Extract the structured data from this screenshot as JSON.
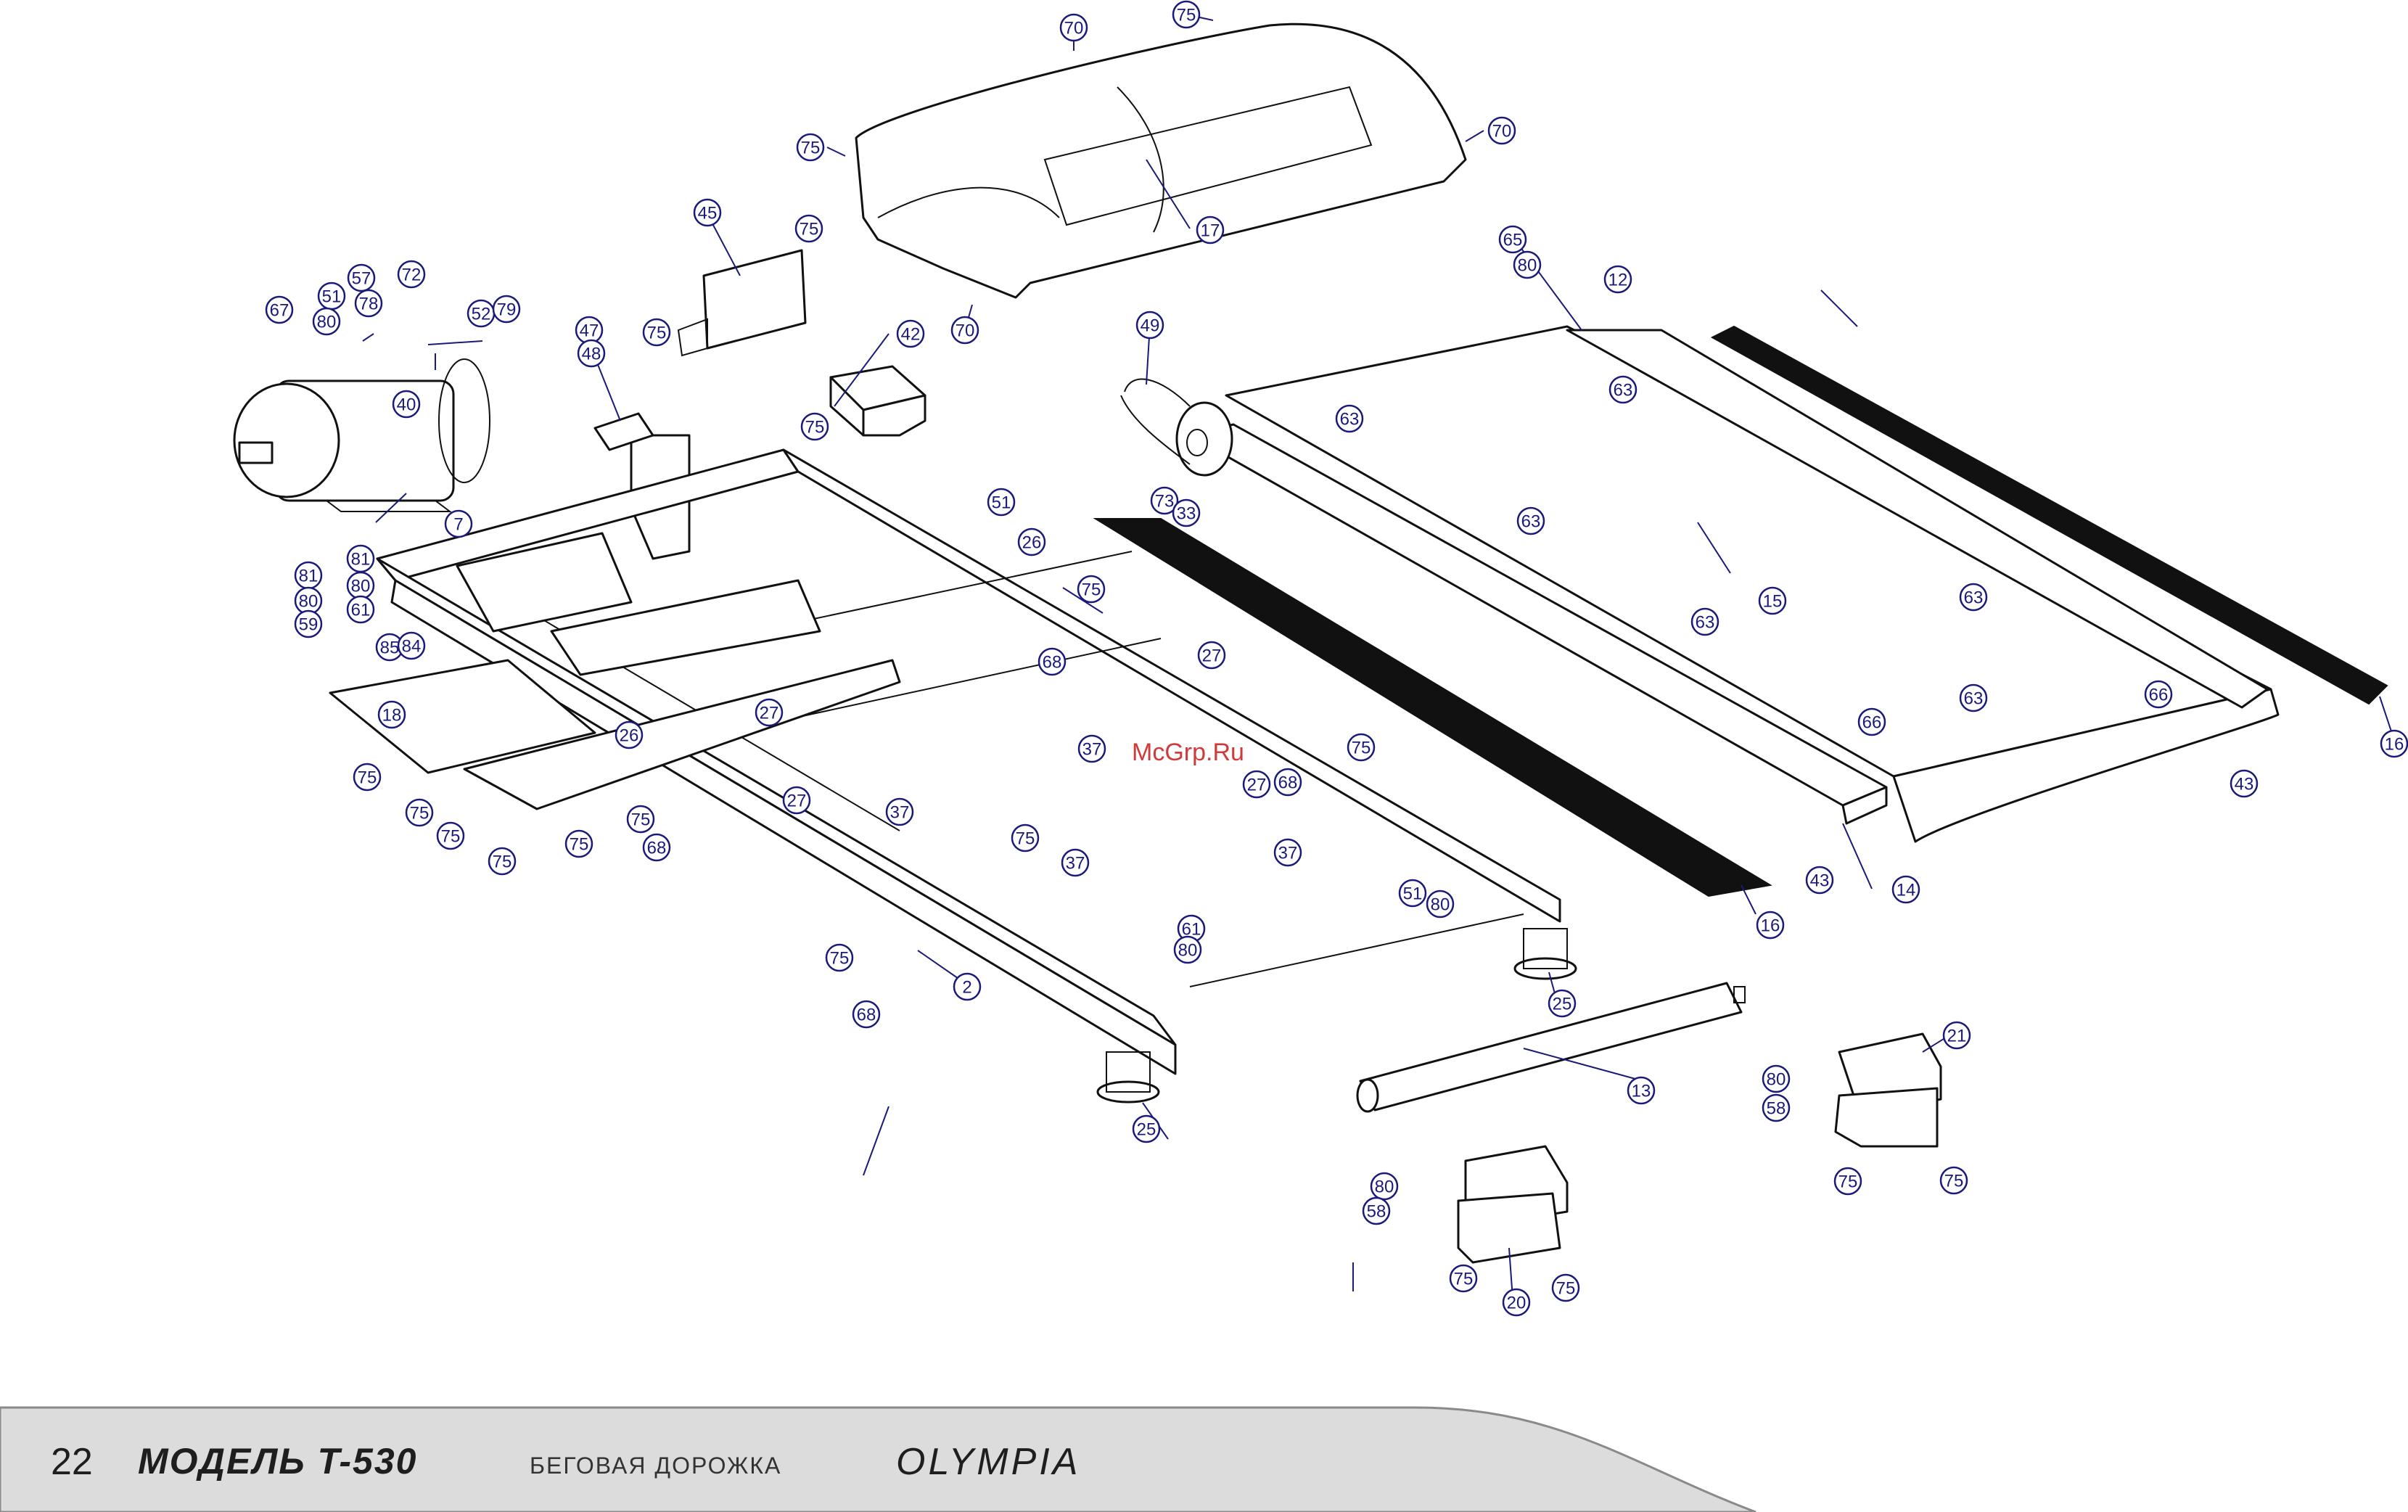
{
  "page": {
    "number": "22",
    "model": "МОДЕЛЬ T-530",
    "product": "БЕГОВАЯ ДОРОЖКА",
    "brand": "OLYMPIA"
  },
  "watermark": "McGrp.Ru",
  "colors": {
    "callout": "#1a1a7a",
    "line": "#111111",
    "footer_band": "#dcdcdc",
    "watermark": "#d23a3a"
  },
  "callouts": [
    {
      "label": "70"
    },
    {
      "label": "75"
    },
    {
      "label": "75"
    },
    {
      "label": "70"
    },
    {
      "label": "17"
    },
    {
      "label": "70"
    },
    {
      "label": "45"
    },
    {
      "label": "75"
    },
    {
      "label": "75"
    },
    {
      "label": "65"
    },
    {
      "label": "80"
    },
    {
      "label": "12"
    },
    {
      "label": "63"
    },
    {
      "label": "42"
    },
    {
      "label": "49"
    },
    {
      "label": "63"
    },
    {
      "label": "63"
    },
    {
      "label": "47"
    },
    {
      "label": "48"
    },
    {
      "label": "75"
    },
    {
      "label": "67"
    },
    {
      "label": "51"
    },
    {
      "label": "80"
    },
    {
      "label": "57"
    },
    {
      "label": "78"
    },
    {
      "label": "72"
    },
    {
      "label": "52"
    },
    {
      "label": "79"
    },
    {
      "label": "40"
    },
    {
      "label": "7"
    },
    {
      "label": "81"
    },
    {
      "label": "81"
    },
    {
      "label": "80"
    },
    {
      "label": "59"
    },
    {
      "label": "80"
    },
    {
      "label": "61"
    },
    {
      "label": "73"
    },
    {
      "label": "33"
    },
    {
      "label": "63"
    },
    {
      "label": "15"
    },
    {
      "label": "63"
    },
    {
      "label": "63"
    },
    {
      "label": "51"
    },
    {
      "label": "26"
    },
    {
      "label": "75"
    },
    {
      "label": "68"
    },
    {
      "label": "85"
    },
    {
      "label": "84"
    },
    {
      "label": "18"
    },
    {
      "label": "27"
    },
    {
      "label": "26"
    },
    {
      "label": "37"
    },
    {
      "label": "27"
    },
    {
      "label": "66"
    },
    {
      "label": "66"
    },
    {
      "label": "16"
    },
    {
      "label": "43"
    },
    {
      "label": "75"
    },
    {
      "label": "75"
    },
    {
      "label": "75"
    },
    {
      "label": "75"
    },
    {
      "label": "75"
    },
    {
      "label": "75"
    },
    {
      "label": "75"
    },
    {
      "label": "68"
    },
    {
      "label": "37"
    },
    {
      "label": "27"
    },
    {
      "label": "75"
    },
    {
      "label": "37"
    },
    {
      "label": "68"
    },
    {
      "label": "27"
    },
    {
      "label": "37"
    },
    {
      "label": "51"
    },
    {
      "label": "80"
    },
    {
      "label": "16"
    },
    {
      "label": "43"
    },
    {
      "label": "14"
    },
    {
      "label": "75"
    },
    {
      "label": "68"
    },
    {
      "label": "2"
    },
    {
      "label": "61"
    },
    {
      "label": "80"
    },
    {
      "label": "25"
    },
    {
      "label": "21"
    },
    {
      "label": "13"
    },
    {
      "label": "80"
    },
    {
      "label": "58"
    },
    {
      "label": "25"
    },
    {
      "label": "80"
    },
    {
      "label": "58"
    },
    {
      "label": "75"
    },
    {
      "label": "75"
    },
    {
      "label": "75"
    },
    {
      "label": "20"
    },
    {
      "label": "75"
    }
  ]
}
